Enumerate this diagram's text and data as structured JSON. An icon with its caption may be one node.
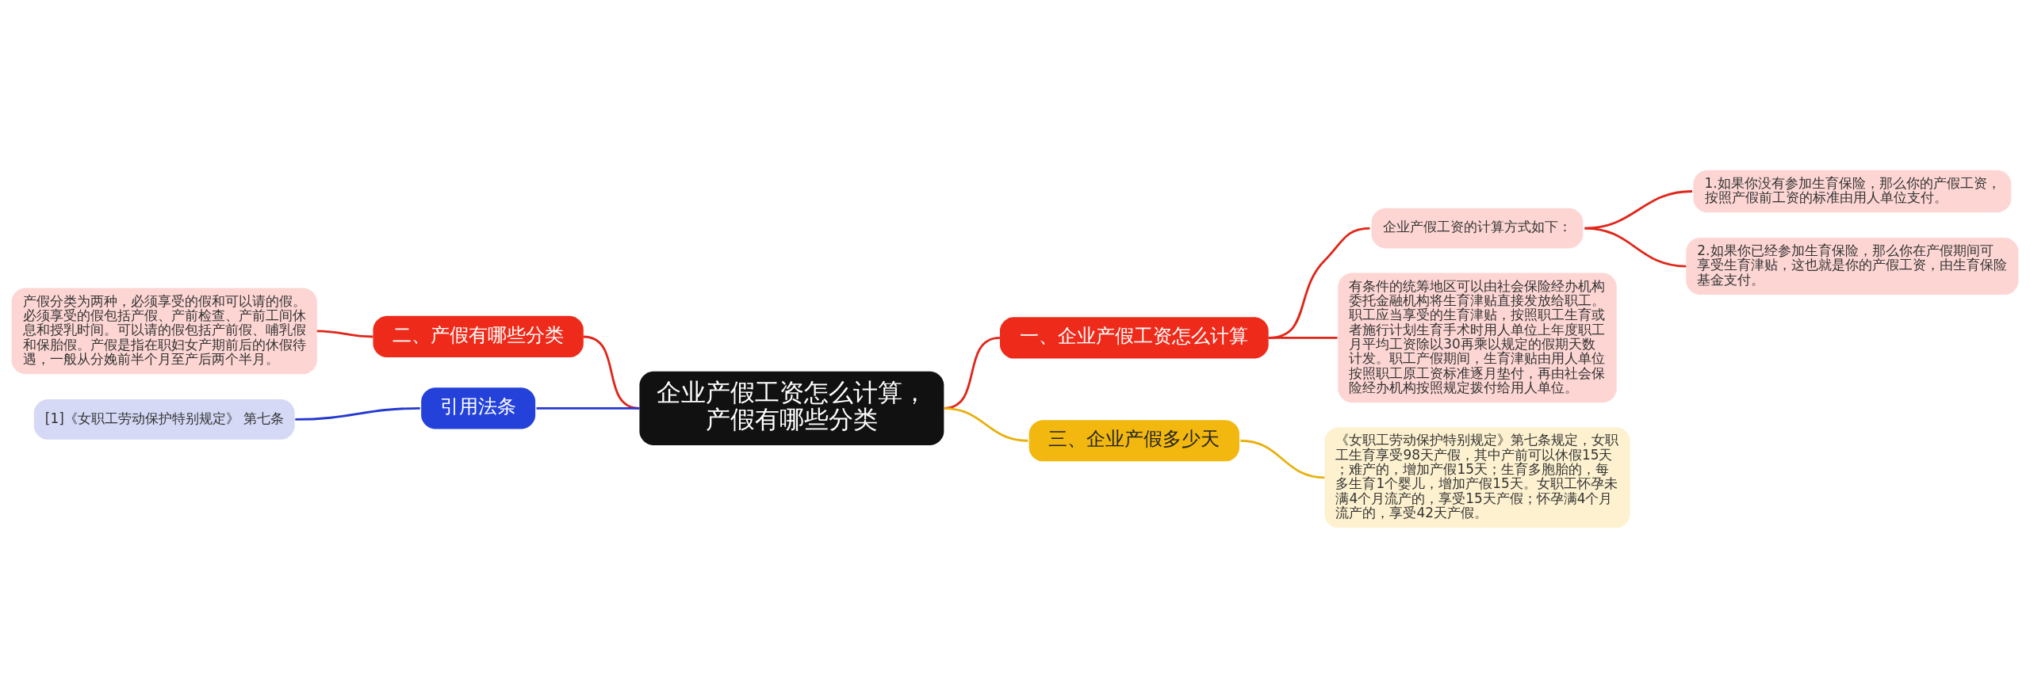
{
  "diagram": {
    "nodes": [
      {
        "text": [
          "企业产假工资怎么计算，产假有哪些分类"
        ]
      },
      {
        "text": [
          "一、企业产假工资怎么计算"
        ]
      },
      {
        "text": [
          "企业产假工资的计算方式如下："
        ]
      },
      {
        "text": [
          "1.如果你没有参加生育保险，那么你的产假工资，按照产假前工资的标准由用人单位支付。"
        ]
      },
      {
        "text": [
          "2.如果你已经参加生育保险，那么你在产假期间可享受生育津贴，这也就是你的产假工资，由生育保险基金支付。"
        ]
      },
      {
        "text": [
          "有条件的统筹地区可以由社会保险经办机构委托金融机构将生育津贴直接发放给职工。职工应当享受的生育津贴，按照职工生育或者施行计划生育手术时用人单位上年度职工月平均工资除以30再乘以规定的假期天数计发。职工产假期间，生育津贴由用人单位按照职工原工资标准逐月垫付，再由社会保险经办机构按照规定拨付给用人单位。"
        ]
      },
      {
        "text": [
          "三、企业产假多少天"
        ]
      },
      {
        "text": [
          "《女职工劳动保护特别规定》第七条规定，女职工生育享受98天产假，其中产前可以休假15天；难产的，增加产假15天；生育多胞胎的，每多生育1个婴儿，增加产假15天。女职工怀孕未满4个月流产的，享受15天产假；怀孕满4个月流产的，享受42天产假。"
        ]
      },
      {
        "text": [
          "二、产假有哪些分类"
        ]
      },
      {
        "text": [
          "产假分类为两种，必须享受的假和可以请的假。必须享受的假包括产假、产前检查、产前工间休息和授乳时间。可以请的假包括产前假、哺乳假和保胎假。产假是指在职妇女产期前后的休假待遇，一般从分娩前半个月至产后两个半月。"
        ]
      },
      {
        "text": [
          "引用法条"
        ]
      },
      {
        "text": [
          "[1]《女职工劳动保护特别规定》 第七条"
        ]
      }
    ],
    "edges": [
      {
        "from": 0,
        "to": 1,
        "arrow": "none"
      },
      {
        "from": 1,
        "to": 2,
        "arrow": "none"
      },
      {
        "from": 2,
        "to": 3,
        "arrow": "none"
      },
      {
        "from": 2,
        "to": 4,
        "arrow": "none"
      },
      {
        "from": 1,
        "to": 5,
        "arrow": "none"
      },
      {
        "from": 0,
        "to": 6,
        "arrow": "none",
        "color": "#e8b10f"
      },
      {
        "from": 6,
        "to": 7,
        "arrow": "none",
        "color": "#e8b10f"
      },
      {
        "from": 0,
        "to": 8,
        "arrow": "none"
      },
      {
        "from": 8,
        "to": 9,
        "arrow": "none"
      },
      {
        "from": 0,
        "to": 10,
        "arrow": "none",
        "color": "#2438d0"
      },
      {
        "from": 10,
        "to": 11,
        "arrow": "none",
        "color": "#2438d0"
      }
    ]
  }
}
